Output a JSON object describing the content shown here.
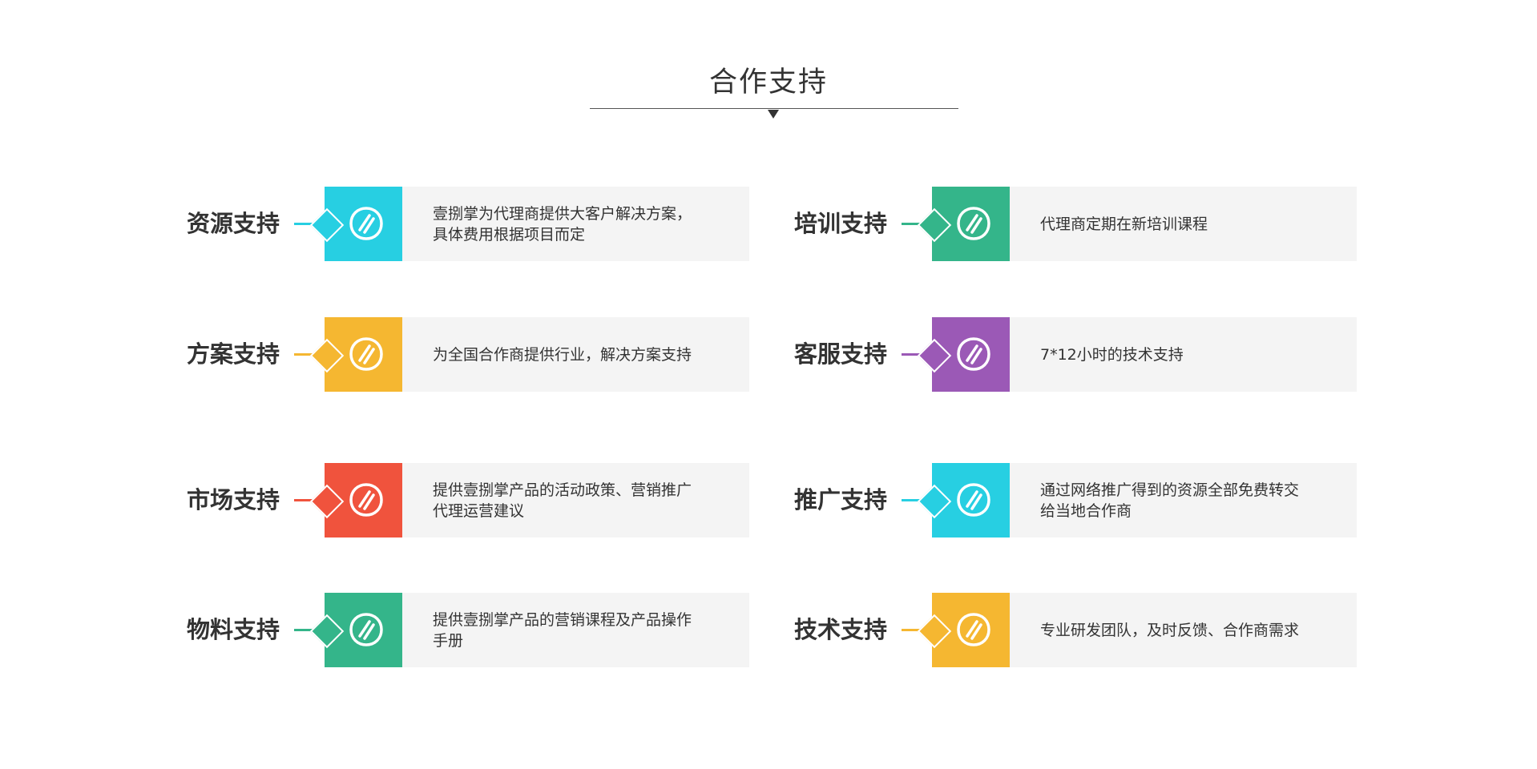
{
  "title": "合作支持",
  "cards": [
    {
      "label": "资源支持",
      "color": "#27cfe2",
      "desc": "壹捌掌为代理商提供大客户解决方案，\n具体费用根据项目而定"
    },
    {
      "label": "培训支持",
      "color": "#34b58a",
      "desc": "代理商定期在新培训课程"
    },
    {
      "label": "方案支持",
      "color": "#f5b731",
      "desc": "为全国合作商提供行业，解决方案支持"
    },
    {
      "label": "客服支持",
      "color": "#9b59b6",
      "desc": "7*12小时的技术支持"
    },
    {
      "label": "市场支持",
      "color": "#f0533d",
      "desc": "提供壹捌掌产品的活动政策、营销推广\n代理运营建议"
    },
    {
      "label": "推广支持",
      "color": "#27cfe2",
      "desc": "通过网络推广得到的资源全部免费转交\n给当地合作商"
    },
    {
      "label": "物料支持",
      "color": "#34b58a",
      "desc": "提供壹捌掌产品的营销课程及产品操作\n手册"
    },
    {
      "label": "技术支持",
      "color": "#f5b731",
      "desc": "专业研发团队，及时反馈、合作商需求"
    }
  ]
}
